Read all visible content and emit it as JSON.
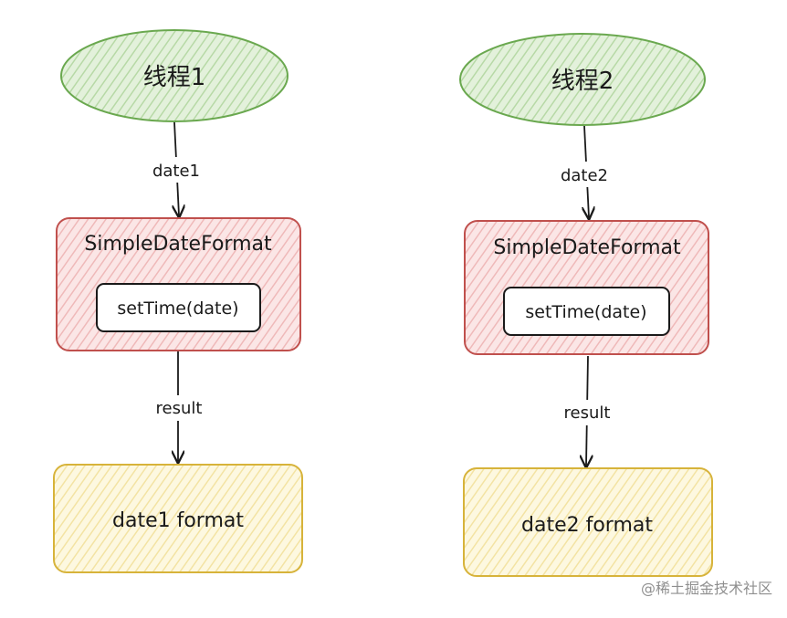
{
  "threads": [
    {
      "title": "线程1",
      "edge_in_label": "date1",
      "class_box_title": "SimpleDateFormat",
      "method_label": "setTime(date)",
      "edge_out_label": "result",
      "output_label": "date1 format"
    },
    {
      "title": "线程2",
      "edge_in_label": "date2",
      "class_box_title": "SimpleDateFormat",
      "method_label": "setTime(date)",
      "edge_out_label": "result",
      "output_label": "date2 format"
    }
  ],
  "watermark": "@稀土掘金技术社区",
  "colors": {
    "ellipse_fill": "#cfe8c2",
    "ellipse_stroke": "#6aa84f",
    "class_box_fill": "#f7d4d4",
    "class_box_stroke": "#c0504d",
    "output_fill": "#fbf2c6",
    "output_stroke": "#d7b33a",
    "arrow": "#1a1a1a"
  }
}
